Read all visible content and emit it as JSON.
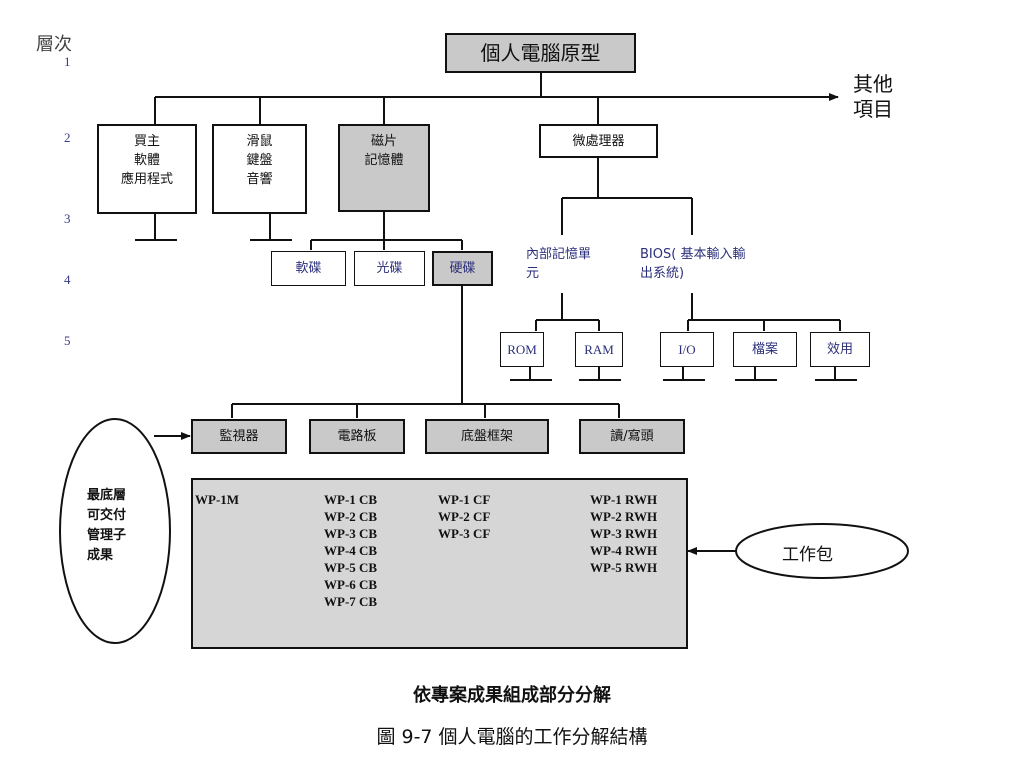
{
  "level": {
    "label": "層次",
    "numbers": [
      "1",
      "2",
      "3",
      "4",
      "5"
    ]
  },
  "root": "個人電腦原型",
  "other_items": "其他\n項目",
  "level2": {
    "software": "買主\n軟體\n應用程式",
    "peripherals": "滑鼠\n鍵盤\n音響",
    "disk_storage": "磁片\n記憶體",
    "microprocessor": "微處理器"
  },
  "level3": {
    "internal_memory": "內部記憶單\n元",
    "bios": "BIOS( 基本輸入輸\n出系統)"
  },
  "level4": {
    "floppy": "軟碟",
    "optical": "光碟",
    "hard_disk": "硬碟"
  },
  "level5": {
    "rom": "ROM",
    "ram": "RAM",
    "io": "I/O",
    "file": "檔案",
    "utility": "效用"
  },
  "hard_disk_parts": {
    "monitor": "監視器",
    "circuit_board": "電路板",
    "chassis": "底盤框架",
    "read_write_head": "讀/寫頭"
  },
  "work_packages": {
    "monitor": "WP-1M",
    "circuit_board": "WP-1 CB\nWP-2 CB\nWP-3 CB\nWP-4 CB\nWP-5 CB\nWP-6 CB\nWP-7 CB",
    "chassis": "WP-1 CF\nWP-2 CF\nWP-3 CF",
    "read_write_head": "WP-1 RWH\nWP-2 RWH\nWP-3 RWH\nWP-4 RWH\nWP-5 RWH"
  },
  "lowest_level_note": "最底層\n可交付\n管理子\n成果",
  "work_package_label": "工作包",
  "caption_main": "依專案成果組成部分分解",
  "caption_figure": "圖 9-7  個人電腦的工作分解結構"
}
